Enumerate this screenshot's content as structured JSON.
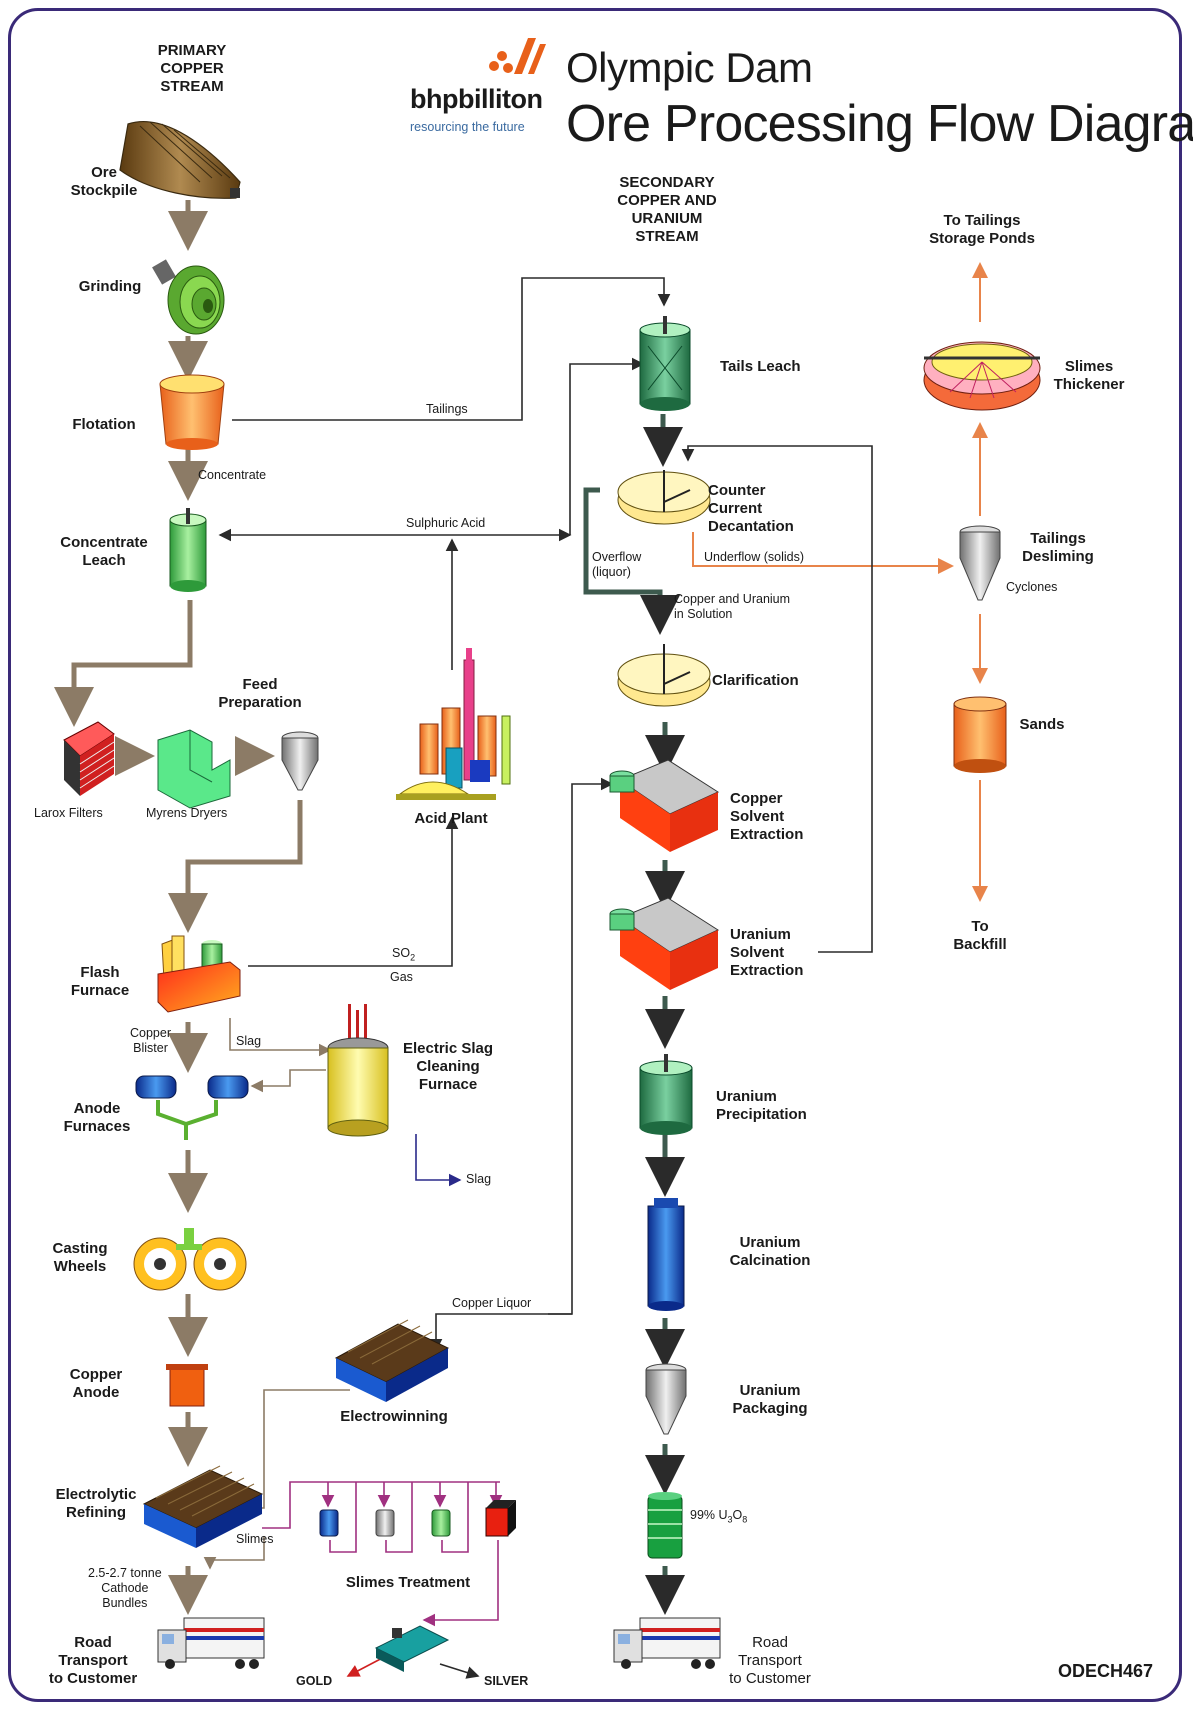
{
  "header": {
    "brand": "bhpbilliton",
    "tagline": "resourcing the future",
    "title_line1": "Olympic Dam",
    "title_line2": "Ore Processing Flow Diagram"
  },
  "streams": {
    "primary": "PRIMARY\nCOPPER\nSTREAM",
    "secondary": "SECONDARY\nCOPPER AND\nURANIUM\nSTREAM"
  },
  "primary_stages": {
    "ore_stockpile": "Ore\nStockpile",
    "grinding": "Grinding",
    "flotation": "Flotation",
    "concentrate_leach": "Concentrate\nLeach",
    "feed_preparation": "Feed\nPreparation",
    "larox_filters": "Larox Filters",
    "myrens_dryers": "Myrens Dryers",
    "acid_plant": "Acid Plant",
    "flash_furnace": "Flash\nFurnace",
    "electric_slag": "Electric Slag\nCleaning\nFurnace",
    "anode_furnaces": "Anode\nFurnaces",
    "casting_wheels": "Casting\nWheels",
    "copper_anode": "Copper\nAnode",
    "electrolytic_refining": "Electrolytic\nRefining",
    "electrowinning": "Electrowinning",
    "slimes_treatment": "Slimes Treatment",
    "road_transport_left": "Road\nTransport\nto Customer"
  },
  "secondary_stages": {
    "tails_leach": "Tails Leach",
    "ccd": "Counter\nCurrent\nDecantation",
    "clarification": "Clarification",
    "copper_sx": "Copper\nSolvent\nExtraction",
    "uranium_sx": "Uranium\nSolvent\nExtraction",
    "uranium_precipitation": "Uranium\nPrecipitation",
    "uranium_calcination": "Uranium\nCalcination",
    "uranium_packaging": "Uranium\nPackaging",
    "road_transport_right": "Road\nTransport\nto Customer"
  },
  "tailings_stages": {
    "to_tailings": "To Tailings\nStorage Ponds",
    "slimes_thickener": "Slimes\nThickener",
    "tailings_desliming": "Tailings\nDesliming",
    "cyclones": "Cyclones",
    "sands": "Sands",
    "to_backfill": "To\nBackfill"
  },
  "flow_labels": {
    "tailings": "Tailings",
    "concentrate": "Concentrate",
    "sulphuric_acid": "Sulphuric Acid",
    "so2": "SO",
    "so2_sub": "2",
    "gas": "Gas",
    "slag1": "Slag",
    "slag2": "Slag",
    "copper_blister": "Copper\nBlister",
    "overflow": "Overflow\n(liquor)",
    "underflow": "Underflow (solids)",
    "cu_u_solution": "Copper and Uranium\nin Solution",
    "copper_liquor": "Copper Liquor",
    "slimes": "Slimes",
    "cathode": "2.5-2.7 tonne\nCathode\nBundles",
    "u3o8": "99% U",
    "u3o8_sub1": "3",
    "u3o8_mid": "O",
    "u3o8_sub2": "8",
    "gold": "GOLD",
    "silver": "SILVER"
  },
  "document_code": "ODECH467",
  "colors": {
    "border": "#3a2a78",
    "primary_arrow": "#8c7b66",
    "secondary_arrow": "#3d5a4e",
    "tailings_arrow": "#e8844a",
    "connector": "#2a2a2a",
    "slimes_line": "#a03080",
    "slag_line": "#2a2a8a"
  }
}
